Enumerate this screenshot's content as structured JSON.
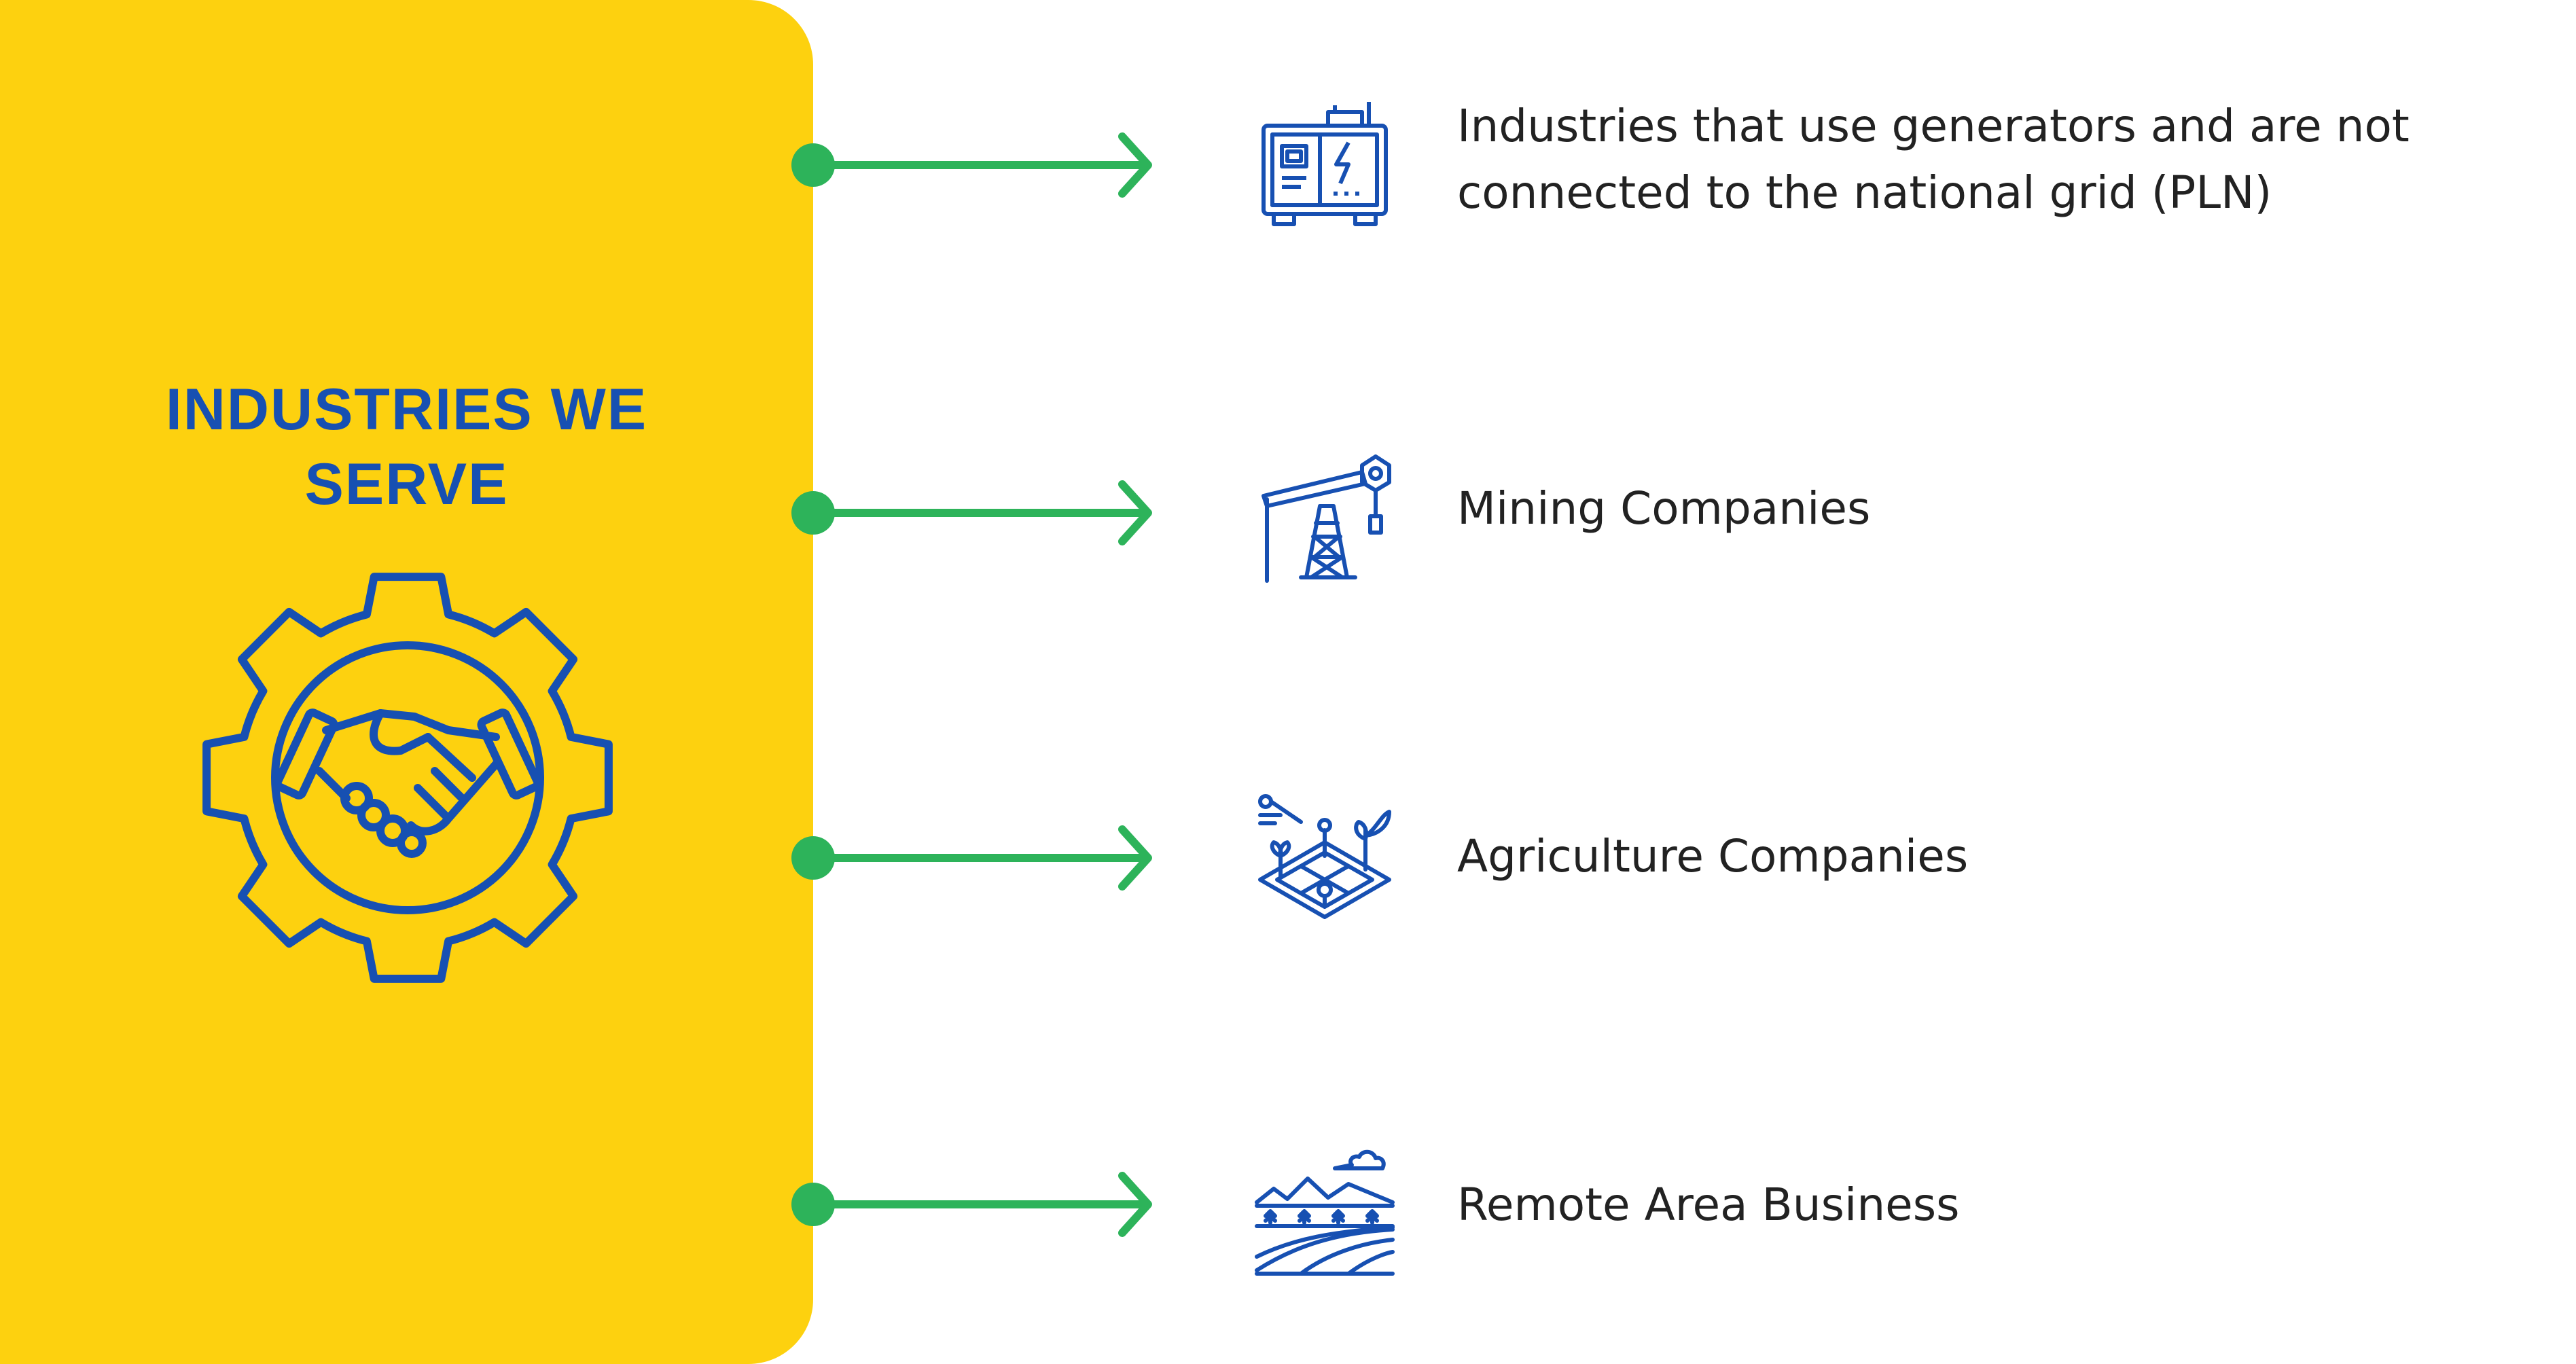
{
  "panel": {
    "title_line1": "INDUSTRIES WE",
    "title_line2": "SERVE",
    "icon": "gear-handshake-icon",
    "color": "#FDD10F",
    "accent_color": "#1750B2"
  },
  "connector_color": "#2DB35A",
  "items": [
    {
      "icon": "generator-icon",
      "line1": "Industries that use generators and are not",
      "line2": "connected to the national grid (PLN)"
    },
    {
      "icon": "oil-pump-icon",
      "line1": "Mining Companies"
    },
    {
      "icon": "smart-farm-icon",
      "line1": "Agriculture Companies"
    },
    {
      "icon": "rural-landscape-icon",
      "line1": "Remote Area Business"
    }
  ]
}
